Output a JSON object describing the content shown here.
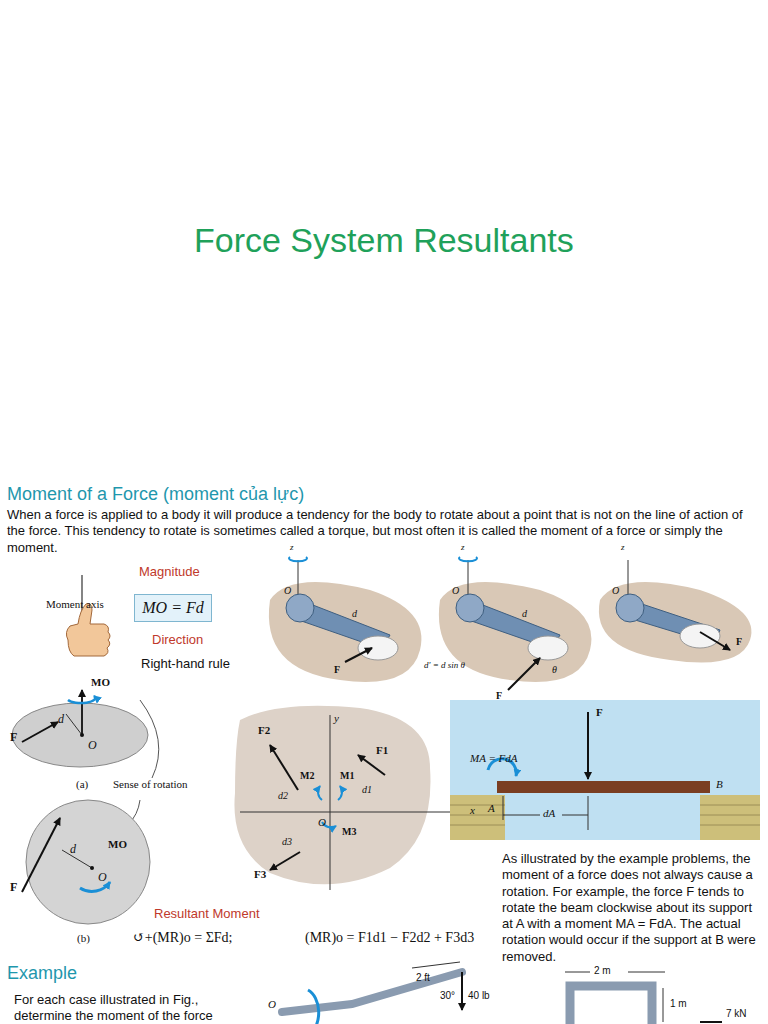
{
  "diagram": {
    "title": "Force System Resultants",
    "nodes": [
      {
        "text": [
          "MO = Fd"
        ]
      }
    ],
    "labels": [
      "Moment of a Force (moment của lực)",
      "When a force is applied to a body it will produce a tendency for the body to rotate about a point that is not on the line of action of the force. This tendency to rotate is sometimes called a torque, but most often it is called the moment of a force or simply the moment.",
      "Magnitude",
      "Direction",
      "Right-hand rule",
      "Moment axis",
      "MO",
      "F",
      "d",
      "O",
      "(a)",
      "Sense of rotation",
      "MO",
      "F",
      "d",
      "O",
      "(b)",
      "Resultant Moment",
      "↺+(MR)o = ΣFd;",
      "(MR)o = F1d1 − F2d2 + F3d3",
      "z",
      "O",
      "d",
      "F",
      "z",
      "O",
      "d",
      "d' = d sin θ",
      "θ",
      "F",
      "z",
      "O",
      "F",
      "y",
      "x",
      "O",
      "F2",
      "F1",
      "F3",
      "M2",
      "M1",
      "M3",
      "d2",
      "d1",
      "d3",
      "F",
      "MA = FdA",
      "A",
      "dA",
      "B",
      "As illustrated by the example problems, the moment of a force does not always cause a rotation. For example, the force F tends to rotate the beam clockwise about its support at A with a moment MA = FdA. The actual rotation would occur if the support at B were removed.",
      "Example",
      "For each case illustrated in Fig., determine the moment of the force",
      "2 ft",
      "30°",
      "40 lb",
      "O",
      "2 m",
      "1 m",
      "7 kN"
    ]
  }
}
